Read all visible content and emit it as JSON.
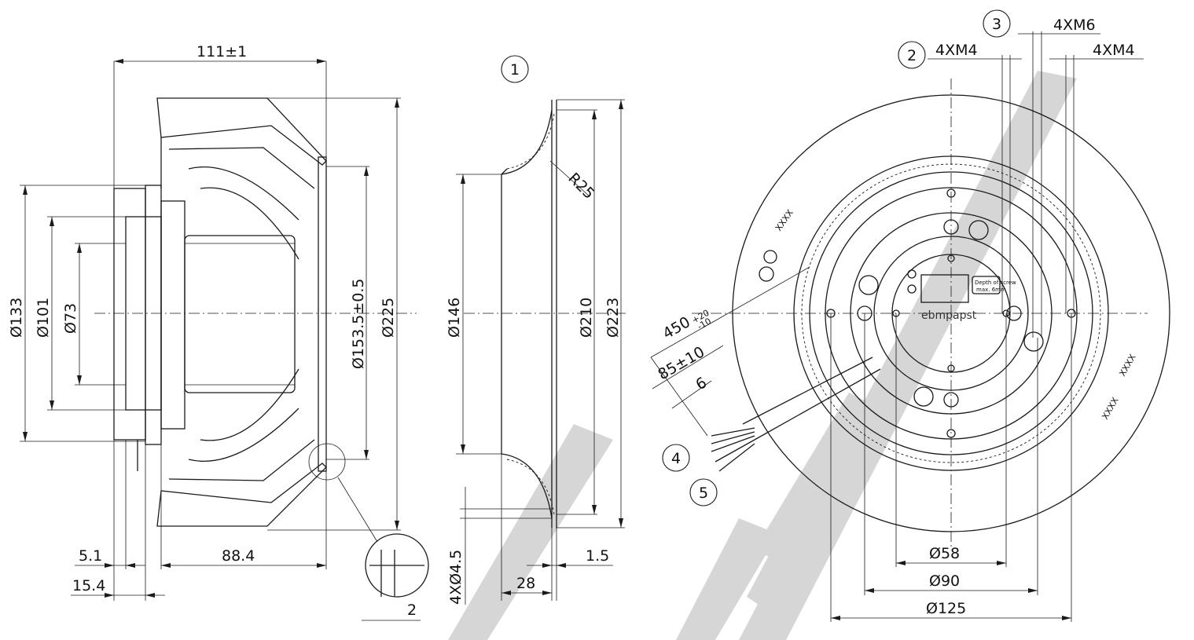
{
  "drawing": {
    "side_view": {
      "overall_length": "111±1",
      "dia_133": "Ø133",
      "dia_101": "Ø101",
      "dia_73": "Ø73",
      "dia_153": "Ø153.5±0.5",
      "dia_225": "Ø225",
      "dim_5_1": "5.1",
      "dim_88_4": "88.4",
      "dim_15_4": "15.4",
      "detail_dim": "2"
    },
    "inlet_ring": {
      "balloon": "1",
      "radius": "R25",
      "dia_146": "Ø146",
      "dia_210": "Ø210",
      "dia_223": "Ø223",
      "holes": "4XØ4.5",
      "dim_28": "28",
      "dim_1_5": "1.5"
    },
    "front_view": {
      "balloon_2": "2",
      "balloon_3": "3",
      "balloon_4": "4",
      "balloon_5": "5",
      "thread_m4_left": "4XM4",
      "thread_m6": "4XM6",
      "thread_m4_right": "4XM4",
      "cable_450": "450",
      "cable_450_tol_plus": "+20",
      "cable_450_tol_minus": "-10",
      "cable_85": "85±10",
      "cable_6": "6",
      "dia_58": "Ø58",
      "dia_90": "Ø90",
      "dia_125": "Ø125",
      "brand": "ebmpapst",
      "plate_text_1": "Depth of screw",
      "plate_text_2": "max. 6mm",
      "label_xxxx": "XXXX"
    }
  }
}
